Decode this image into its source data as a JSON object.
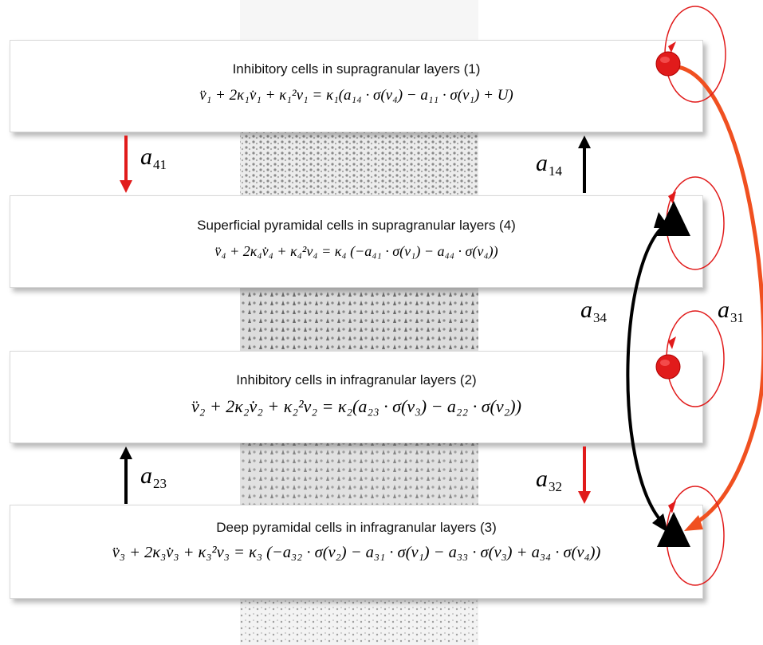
{
  "layers": [
    {
      "title": "Inhibitory cells in supragranular layers (1)",
      "equation": "v̈₁ + 2κ₁v̇₁ + κ₁²v₁ = κ₁(a₁₄ · σ(v₄) − a₁₁ · σ(v₁) + U)"
    },
    {
      "title": "Superficial pyramidal cells in supragranular  layers (4)",
      "equation": "v̈₄ + 2κ₄v̇₄ + κ₄²v₄ = κ₄ (−a₄₁ · σ(v₁) − a₄₄ · σ(v₄))"
    },
    {
      "title": "Inhibitory cells in infragranular layers (2)",
      "equation": "v̈₂ + 2κ₂v̇₂ + κ₂²v₂ = κ₂(a₂₃ · σ(v₃) − a₂₂ · σ(v₂))"
    },
    {
      "title": "Deep pyramidal cells in infragranular  layers (3)",
      "equation": "v̈₃ + 2κ₃v̇₃ + κ₃²v₃ = κ₃ (−a₃₂ · σ(v₂) − a₃₁ · σ(v₁) − a₃₃ · σ(v₃) + a₃₄ · σ(v₄))"
    }
  ],
  "connections": [
    {
      "symbol": "a",
      "index": "41"
    },
    {
      "symbol": "a",
      "index": "14"
    },
    {
      "symbol": "a",
      "index": "34"
    },
    {
      "symbol": "a",
      "index": "31"
    },
    {
      "symbol": "a",
      "index": "23"
    },
    {
      "symbol": "a",
      "index": "32"
    }
  ],
  "colors": {
    "inhibitory_arrow": "#e11b1b",
    "excitatory_arrow": "#000000",
    "long_range_arrow": "#f05020",
    "self_loop": "#e11b1b",
    "inhibitory_node": "#e11b1b",
    "pyramidal_node": "#000000"
  },
  "icons": {
    "inhibitory_node": "red-circle",
    "pyramidal_node": "black-triangle"
  }
}
